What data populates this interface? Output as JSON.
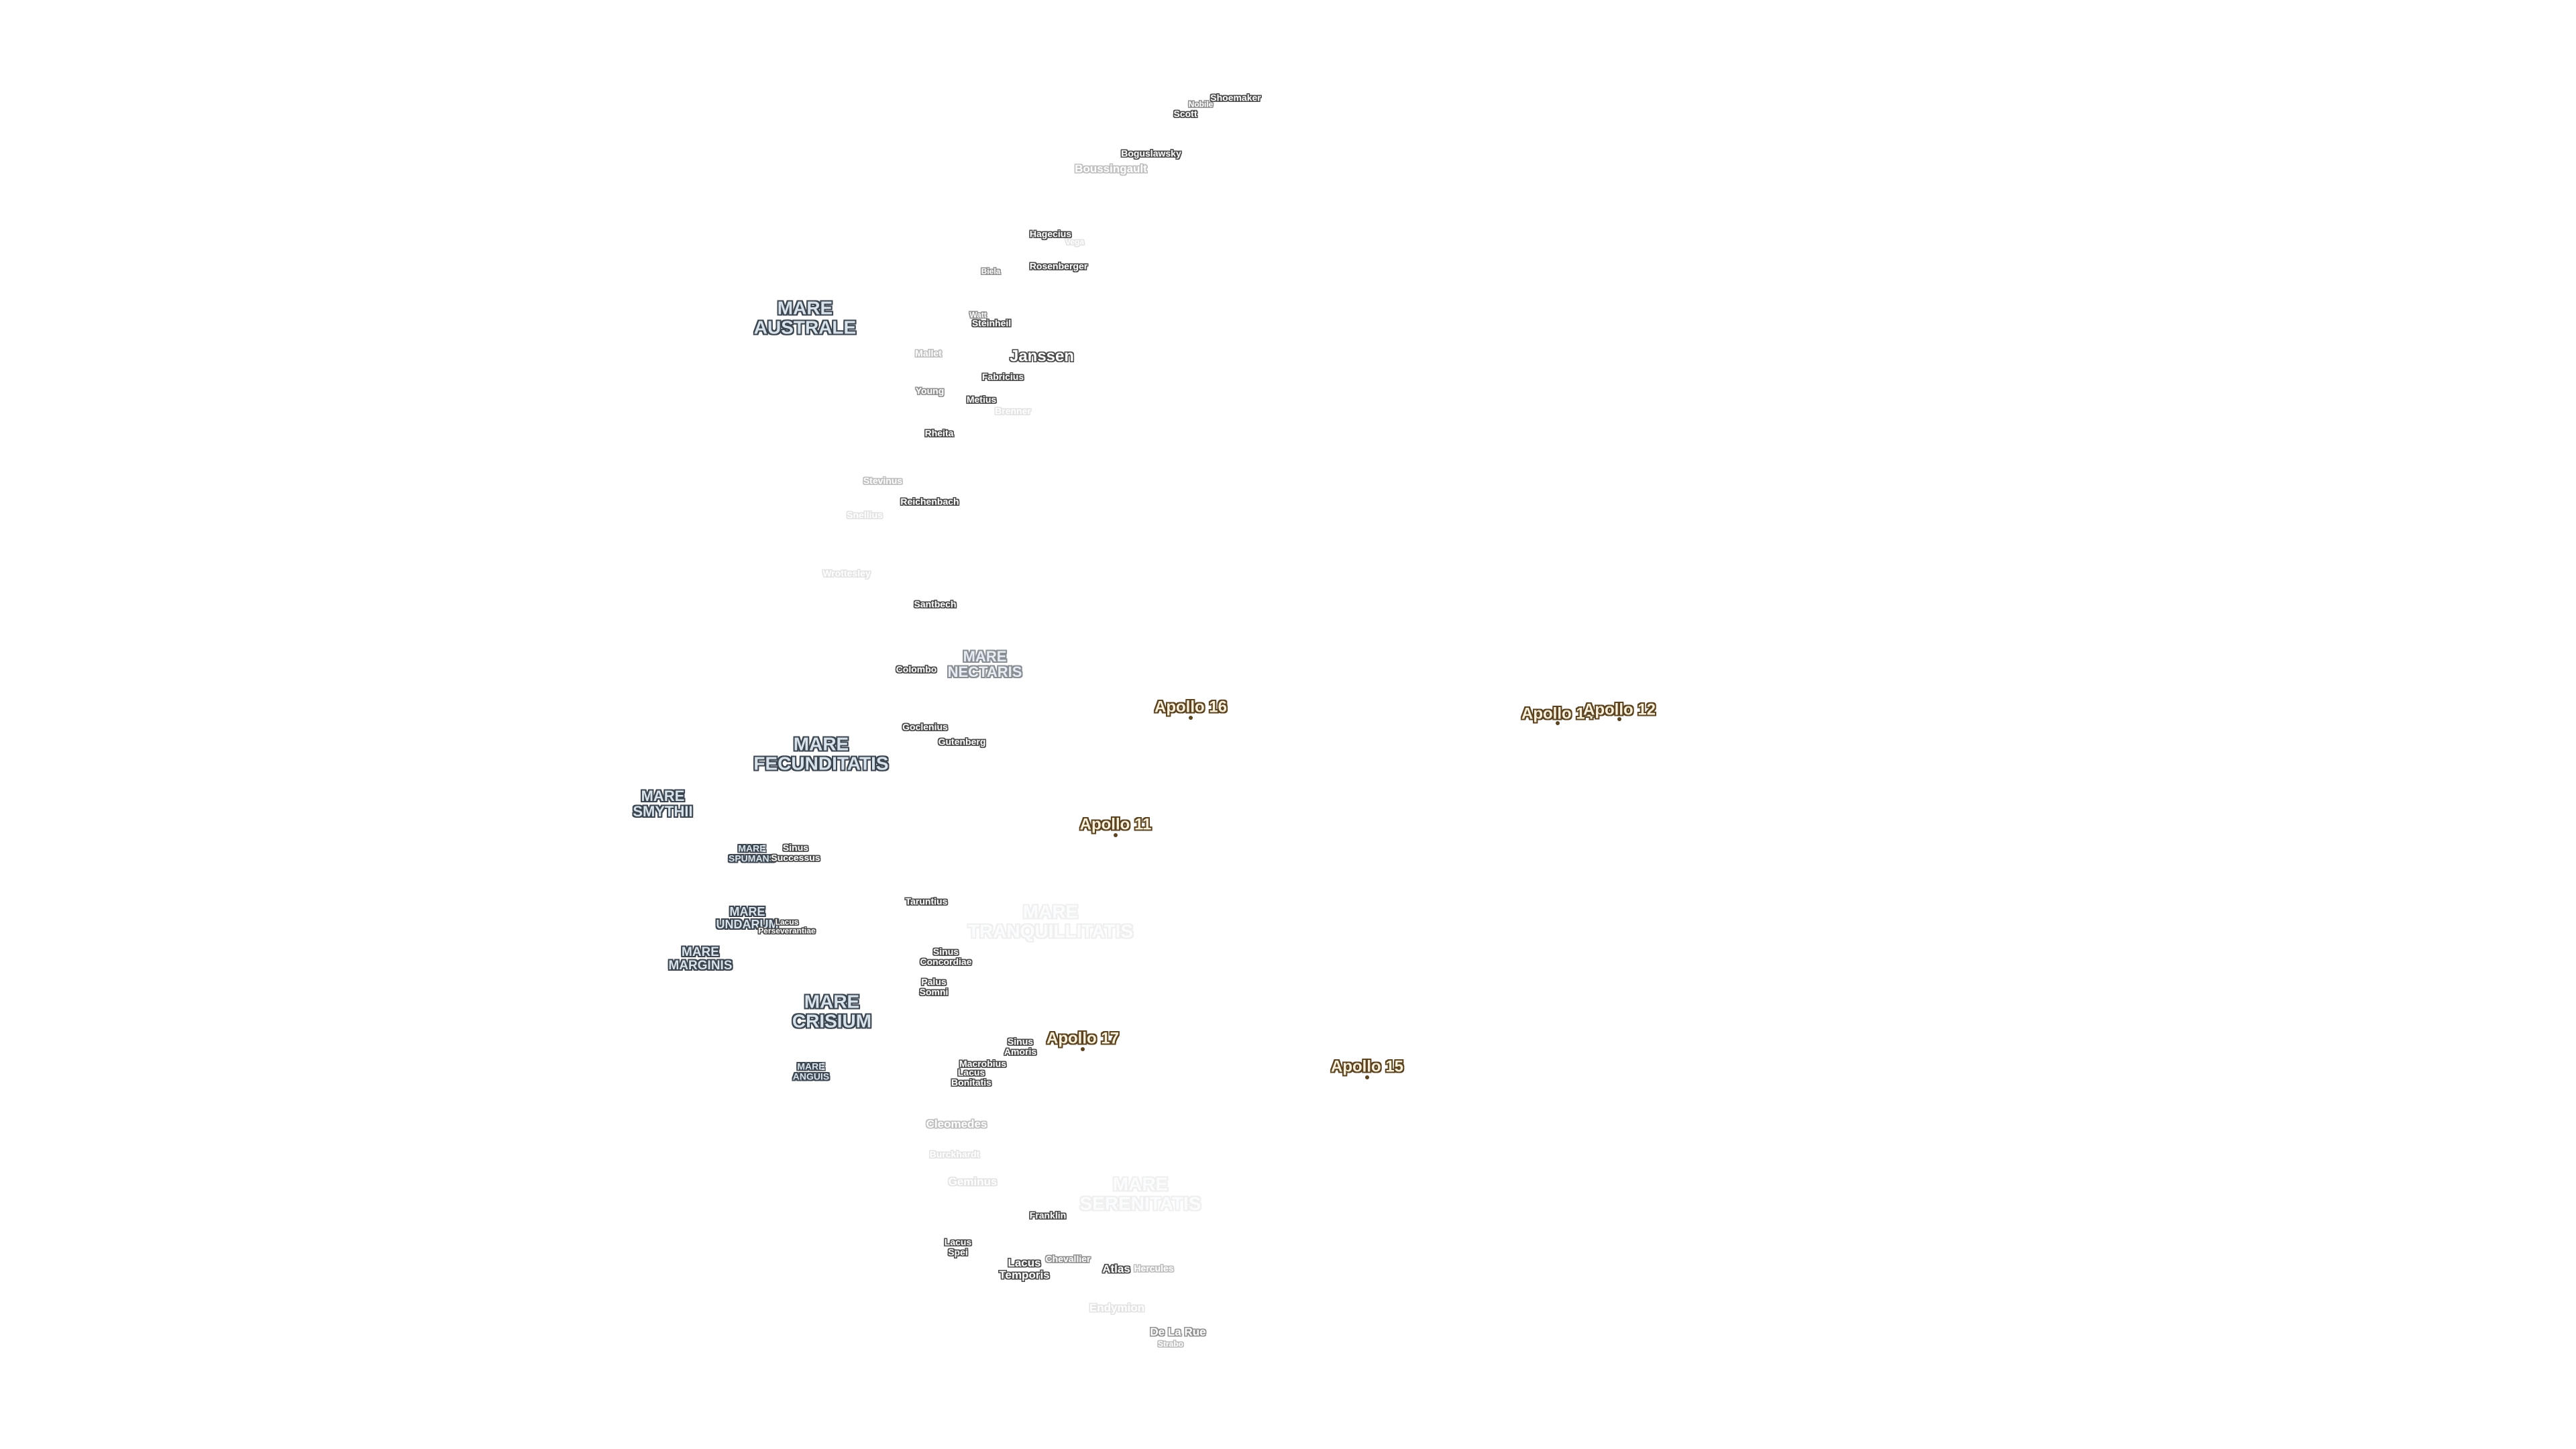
{
  "maria": {
    "australe": "MARE\nAUSTRALE",
    "nectaris": "MARE\nNECTARIS",
    "fecunditatis": "MARE\nFECUNDITATIS",
    "smythii": "MARE\nSMYTHII",
    "spumans": "MARE\nSPUMANS",
    "undarum": "MARE\nUNDARUM",
    "marginis": "MARE\nMARGINIS",
    "crisium": "MARE\nCRISIUM",
    "anguis": "MARE\nANGUIS",
    "tranquillitatis": "MARE\nTRANQUILLITATIS",
    "serenitatis": "MARE\nSERENITATIS"
  },
  "sinus": {
    "successus": "Sinus\nSuccessus",
    "concordiae": "Sinus\nConcordiae",
    "amoris": "Sinus\nAmoris"
  },
  "lacus": {
    "perseverantiae": "Lacus\nPerseverantiae",
    "bonitatis": "Lacus\nBonitatis",
    "spei": "Lacus\nSpei",
    "temporis": "Lacus\nTemporis"
  },
  "palus": {
    "somni": "Palus\nSomni"
  },
  "craters": {
    "shoemaker": "Shoemaker",
    "nobile": "Nobile",
    "scott": "Scott",
    "boguslawsky": "Boguslawsky",
    "boussingault": "Boussingault",
    "hagecius": "Hagecius",
    "biela": "Biela",
    "rosenberger": "Rosenberger",
    "steinheil": "Steinheil",
    "watt": "Watt",
    "vega": "Vega",
    "janssen": "Janssen",
    "mallet": "Mallet",
    "fabricius": "Fabricius",
    "young": "Young",
    "metius": "Metius",
    "brenner": "Brenner",
    "rheita": "Rheita",
    "stevinus": "Stevinus",
    "reichenbach": "Reichenbach",
    "snellius": "Snellius",
    "wrottesley": "Wrottesley",
    "santbech": "Santbech",
    "colombo": "Colombo",
    "goclenius": "Goclenius",
    "gutenberg": "Gutenberg",
    "taruntius": "Taruntius",
    "macrobius": "Macrobius",
    "cleomedes": "Cleomedes",
    "burckhardt": "Burckhardt",
    "geminus": "Geminus",
    "franklin": "Franklin",
    "chevallier": "Chevallier",
    "atlas": "Atlas",
    "hercules": "Hercules",
    "endymion": "Endymion",
    "de_la_rue": "De La Rue",
    "strabo": "Strabo"
  },
  "apollo": {
    "a16": "Apollo 16",
    "a14": "Apollo 14",
    "a12": "Apollo 12",
    "a11": "Apollo 11",
    "a17": "Apollo 17",
    "a15": "Apollo 15"
  },
  "colors": {
    "mare_fill": "#d8e2ea",
    "mare_halo": "#3d4650",
    "crater_halo": "#4a4a4a",
    "apollo_fill": "#fbf1da",
    "apollo_halo": "#5a4424",
    "background": "#ffffff"
  }
}
